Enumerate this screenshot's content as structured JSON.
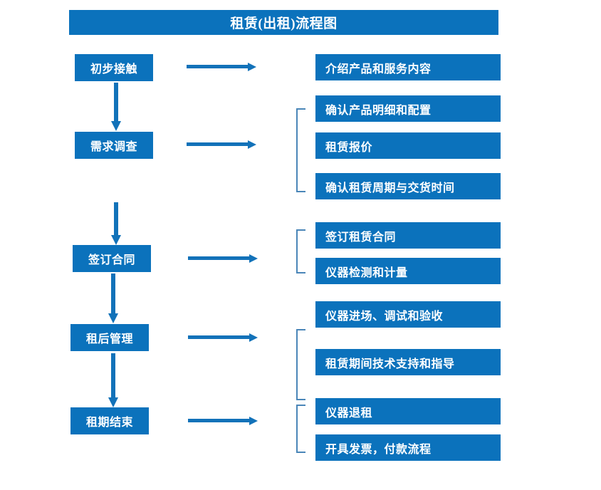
{
  "diagram": {
    "title": "租赁(出租)流程图",
    "colors": {
      "box_fill": "#0B72BC",
      "box_text": "#FFFFFF",
      "arrow": "#1272B9",
      "bracket": "#4A86B8",
      "background": "#FFFFFF"
    },
    "stages": [
      {
        "label": "初步接触"
      },
      {
        "label": "需求调查"
      },
      {
        "label": "签订合同"
      },
      {
        "label": "租后管理"
      },
      {
        "label": "租期结束"
      }
    ],
    "details": [
      {
        "label": "介绍产品和服务内容"
      },
      {
        "label": "确认产品明细和配置"
      },
      {
        "label": "租赁报价"
      },
      {
        "label": "确认租赁周期与交货时间"
      },
      {
        "label": "签订租赁合同"
      },
      {
        "label": "仪器检测和计量"
      },
      {
        "label": "仪器进场、调试和验收"
      },
      {
        "label": "租赁期间技术支持和指导"
      },
      {
        "label": "仪器退租"
      },
      {
        "label": "开具发票，付款流程"
      }
    ],
    "connectors": {
      "horizontal_arrow_count": 5,
      "vertical_arrow_count": 4,
      "bracket_count": 4
    }
  }
}
